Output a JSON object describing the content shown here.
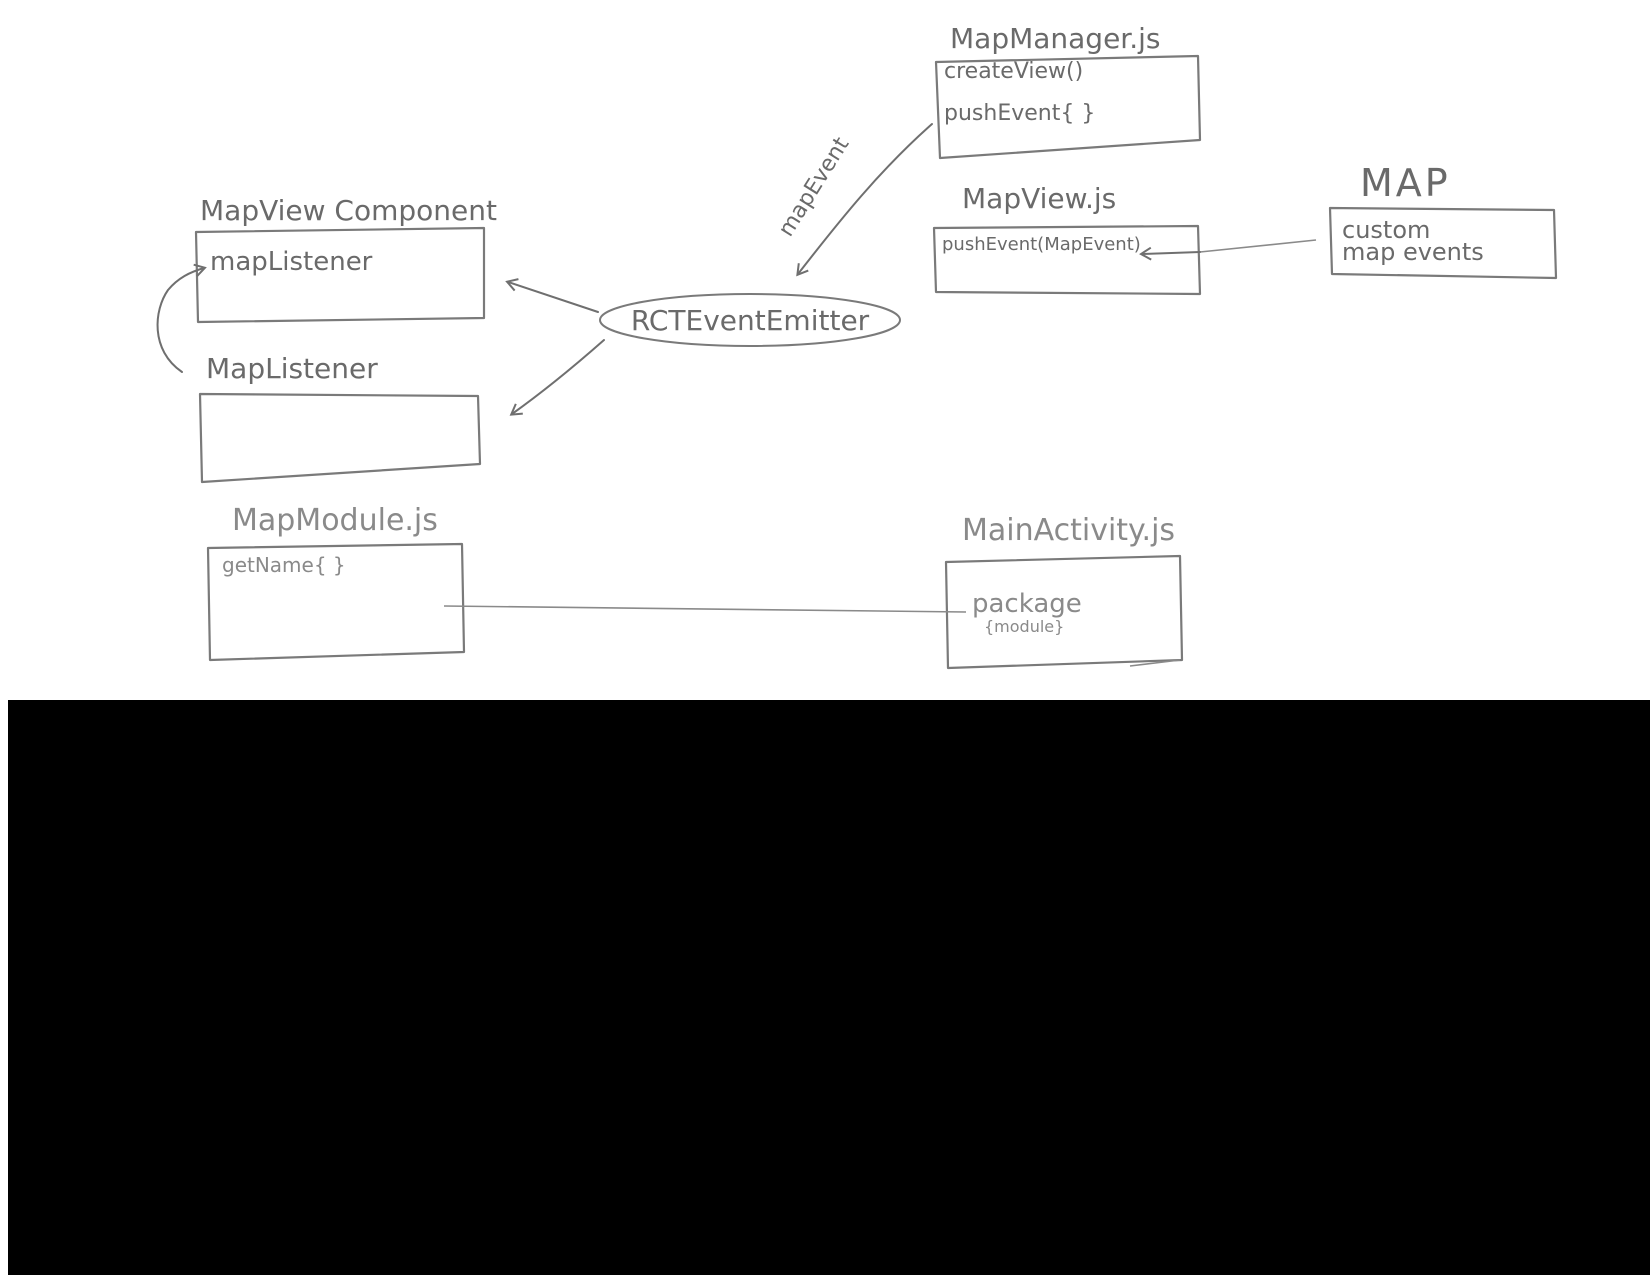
{
  "map_manager": {
    "title": "MapManager.js",
    "method1": "createView()",
    "method2": "pushEvent{  }"
  },
  "map_view_js": {
    "title": "MapView.js",
    "method": "pushEvent(MapEvent)"
  },
  "map": {
    "title": "MAP",
    "line1": "custom",
    "line2": "map events"
  },
  "map_view_component": {
    "title": "MapView  Component",
    "item": "mapListener"
  },
  "map_listener": {
    "title": "MapListener"
  },
  "emitter": {
    "label": "RCTEventEmitter"
  },
  "edge": {
    "label": "mapEvent"
  },
  "map_module": {
    "title": "MapModule.js",
    "method": "getName{ }"
  },
  "main_activity": {
    "title": "MainActivity.js",
    "line1": "package",
    "line2": "{module}"
  },
  "colors": {
    "ink": "#6a6a6a",
    "paper": "#ffffff",
    "background": "#000000"
  }
}
